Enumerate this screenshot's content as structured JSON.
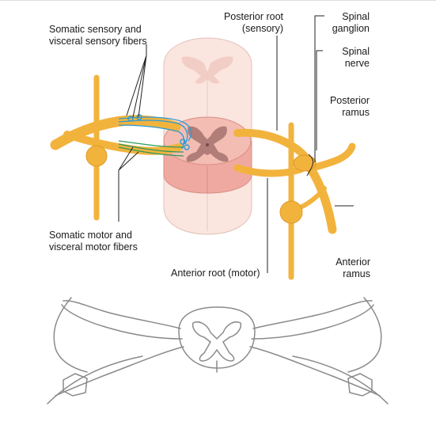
{
  "labels": {
    "somatic_sensory": {
      "line1": "Somatic sensory and",
      "line2": "visceral sensory fibers"
    },
    "somatic_motor": {
      "line1": "Somatic motor and",
      "line2": "visceral motor fibers"
    },
    "posterior_root": {
      "line1": "Posterior root",
      "line2": "(sensory)"
    },
    "spinal_ganglion": {
      "line1": "Spinal",
      "line2": "ganglion"
    },
    "spinal_nerve": {
      "line1": "Spinal",
      "line2": "nerve"
    },
    "posterior_ramus": {
      "line1": "Posterior",
      "line2": "ramus"
    },
    "anterior_root": "Anterior root (motor)",
    "anterior_ramus": {
      "line1": "Anterior",
      "line2": "ramus"
    }
  },
  "colors": {
    "nerve": "#f2b33d",
    "cord_pale": "#f7dcd5",
    "cord_section": "#f0a9a0",
    "gray_matter": "#b07d78",
    "sensory_fiber": "#2a9bd6",
    "motor_fiber": "#2c9a5a",
    "leader_line": "#222222",
    "outline": "#8a8a8a"
  }
}
